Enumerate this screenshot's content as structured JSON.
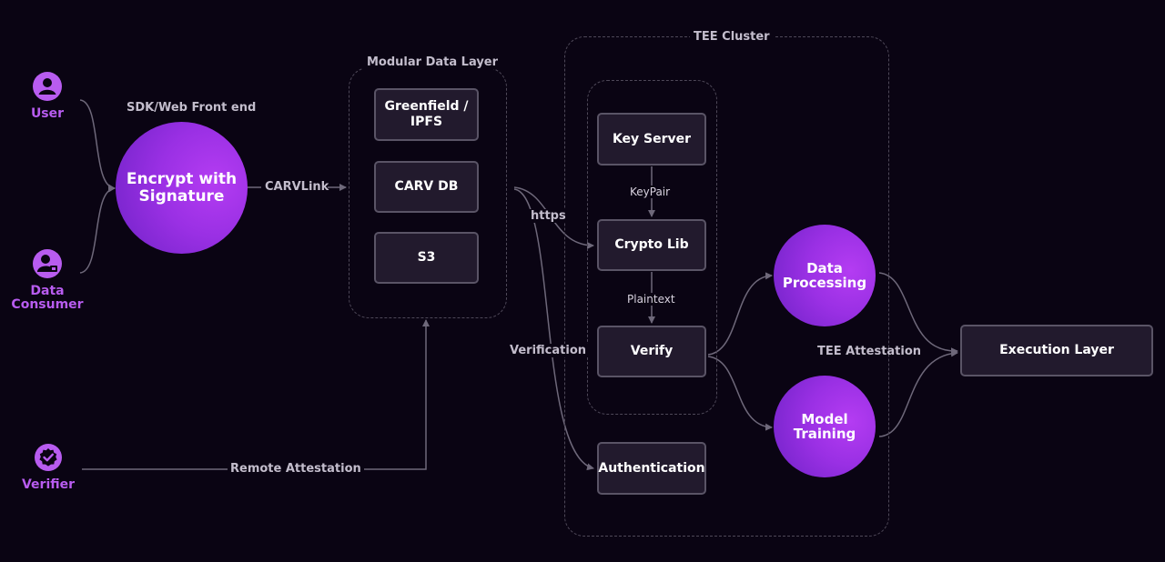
{
  "roles": {
    "user": "User",
    "data_consumer_line1": "Data",
    "data_consumer_line2": "Consumer",
    "verifier": "Verifier"
  },
  "frontend": {
    "label": "SDK/Web Front end",
    "circle_line1": "Encrypt with",
    "circle_line2": "Signature"
  },
  "edges": {
    "carvlink": "CARVLink",
    "https": "https",
    "verification": "Verification",
    "remote_attestation": "Remote Attestation",
    "keypair": "KeyPair",
    "plaintext": "Plaintext",
    "tee_attestation": "TEE Attestation"
  },
  "data_layer": {
    "title": "Modular Data Layer",
    "greenfield_line1": "Greenfield /",
    "greenfield_line2": "IPFS",
    "carv_db": "CARV DB",
    "s3": "S3"
  },
  "tee": {
    "title": "TEE Cluster",
    "key_server": "Key Server",
    "crypto_lib": "Crypto Lib",
    "verify": "Verify",
    "authentication": "Authentication"
  },
  "processing": {
    "data_processing_line1": "Data",
    "data_processing_line2": "Processing",
    "model_training_line1": "Model",
    "model_training_line2": "Training"
  },
  "execution_layer": "Execution Layer",
  "colors": {
    "background": "#0a0413",
    "accent_purple": "#b85cf0",
    "box_fill": "#221a2d",
    "box_border": "#5a5466"
  },
  "icons": {
    "user": "user-icon",
    "data_consumer": "data-consumer-icon",
    "verifier": "verified-badge-icon"
  }
}
